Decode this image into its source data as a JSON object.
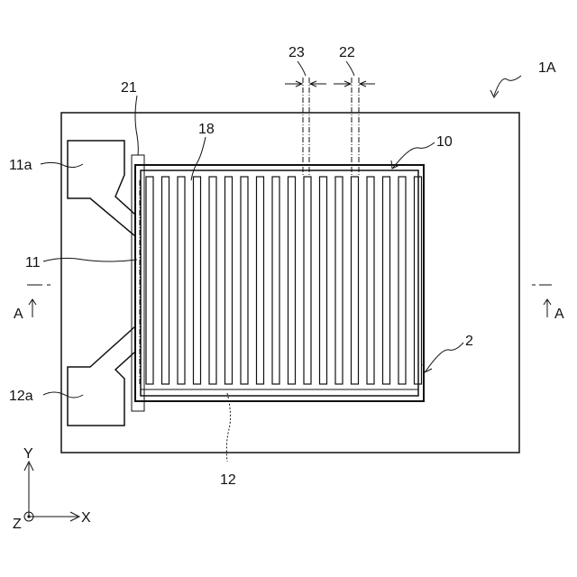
{
  "labels": {
    "device": "1A",
    "electrode_10": "10",
    "electrode_2": "2",
    "ref_11a": "11a",
    "ref_11": "11",
    "ref_12a": "12a",
    "ref_12": "12",
    "ref_18": "18",
    "ref_21": "21",
    "ref_22": "22",
    "ref_23": "23",
    "section_left": "A",
    "section_right": "A",
    "axis_y": "Y",
    "axis_x": "X",
    "axis_z": "Z"
  },
  "comb": {
    "finger_count": 18
  }
}
